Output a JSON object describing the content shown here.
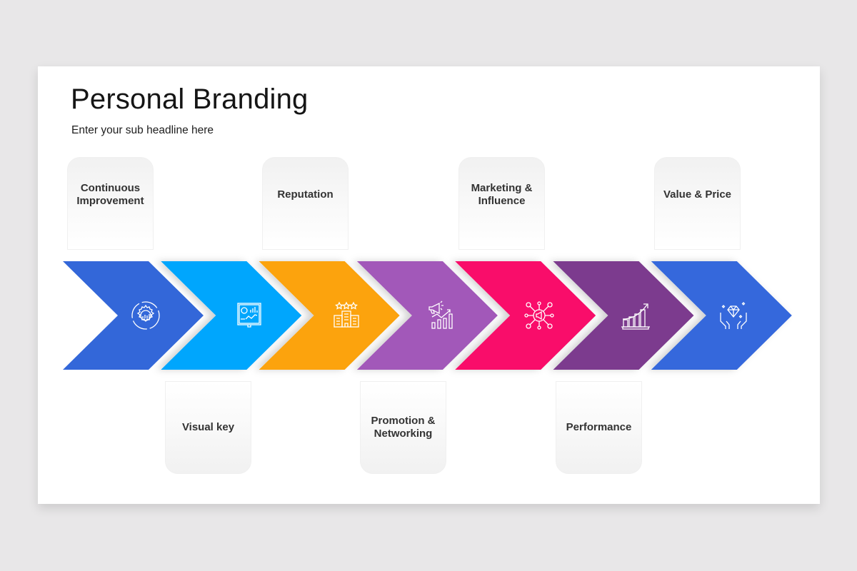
{
  "slide": {
    "title": "Personal Branding",
    "subtitle": "Enter your sub headline here"
  },
  "steps": [
    {
      "label": "Continuous\nImprovement",
      "position": "top",
      "color": "#3367d9",
      "icon": "gear-chart-cycle-icon"
    },
    {
      "label": "Visual key",
      "position": "bottom",
      "color": "#03a6fd",
      "icon": "presentation-board-icon"
    },
    {
      "label": "Reputation",
      "position": "top",
      "color": "#fca307",
      "icon": "rated-building-icon"
    },
    {
      "label": "Promotion &\nNetworking",
      "position": "bottom",
      "color": "#a259b9",
      "icon": "megaphone-growth-icon"
    },
    {
      "label": "Marketing &\nInfluence",
      "position": "top",
      "color": "#f90b6a",
      "icon": "megaphone-network-icon"
    },
    {
      "label": "Performance",
      "position": "bottom",
      "color": "#7b3a8e",
      "icon": "rising-bar-chart-icon"
    },
    {
      "label": "Value & Price",
      "position": "top",
      "color": "#3468dc",
      "icon": "diamond-hands-icon"
    }
  ],
  "colors": {
    "background": "#e8e7e8",
    "slide": "#ffffff",
    "title": "#151515",
    "card_text": "#333333"
  }
}
